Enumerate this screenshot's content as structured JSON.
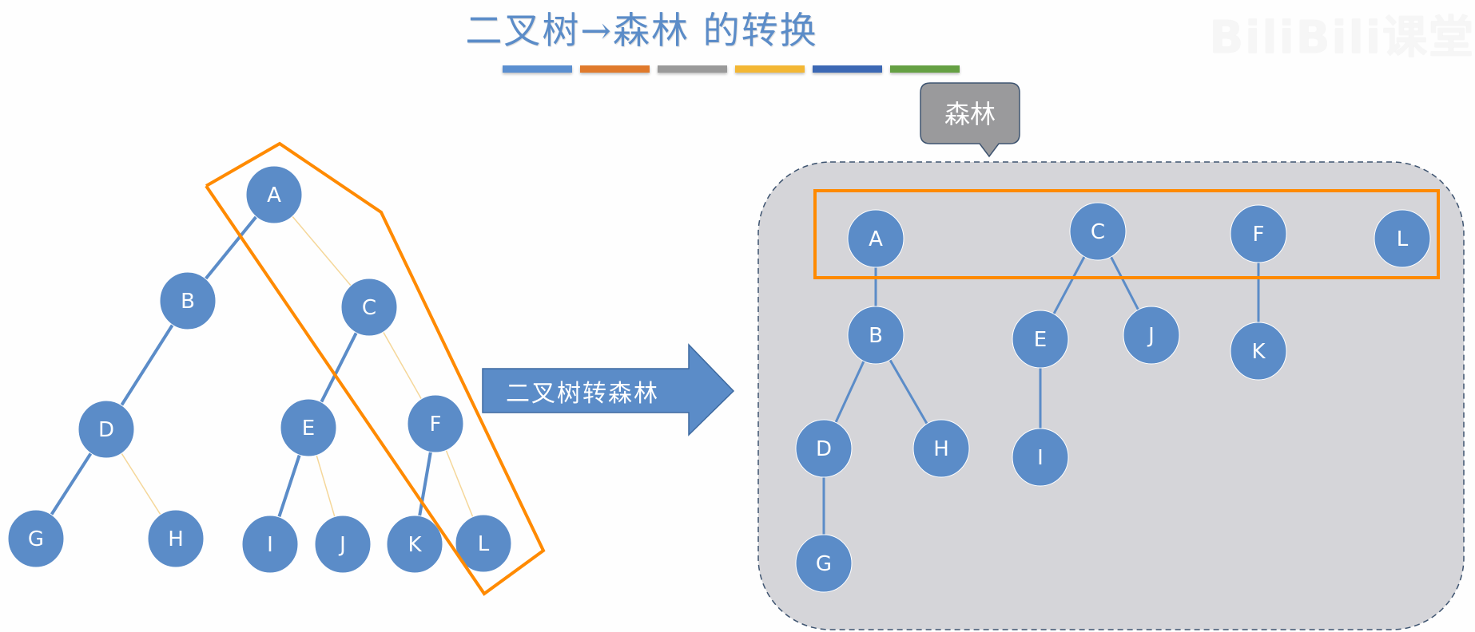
{
  "title": "二叉树→森林 的转换",
  "watermark": "BiliBili课堂",
  "color_bars": [
    "#5b8fd0",
    "#e07a2c",
    "#9a9a9a",
    "#f3b734",
    "#3c68b4",
    "#65a043"
  ],
  "colors": {
    "node_fill": "#5b8cc8",
    "edge": "#5b8cc8",
    "right_link": "#f5d79a",
    "highlight": "#ff8a00",
    "forest_bg": "#d5d5d9",
    "callout_bg": "#9a9a9c"
  },
  "arrow": {
    "label": "二叉树转森林"
  },
  "callout": {
    "label": "森林"
  },
  "binary_tree": {
    "nodes": [
      "A",
      "B",
      "C",
      "D",
      "E",
      "F",
      "G",
      "H",
      "I",
      "J",
      "K",
      "L"
    ],
    "left_child_edges": [
      [
        "A",
        "B"
      ],
      [
        "B",
        "D"
      ],
      [
        "D",
        "G"
      ],
      [
        "C",
        "E"
      ],
      [
        "E",
        "I"
      ],
      [
        "F",
        "K"
      ]
    ],
    "right_sibling_edges": [
      [
        "A",
        "C"
      ],
      [
        "C",
        "F"
      ],
      [
        "F",
        "L"
      ],
      [
        "D",
        "H"
      ],
      [
        "E",
        "J"
      ]
    ],
    "highlighted_path": [
      "A",
      "C",
      "F",
      "L"
    ]
  },
  "forest": {
    "roots": [
      "A",
      "C",
      "F",
      "L"
    ],
    "nodes": [
      "A",
      "C",
      "F",
      "L",
      "B",
      "E",
      "J",
      "K",
      "D",
      "H",
      "I",
      "G"
    ],
    "edges": [
      [
        "A",
        "B"
      ],
      [
        "B",
        "D"
      ],
      [
        "B",
        "H"
      ],
      [
        "D",
        "G"
      ],
      [
        "C",
        "E"
      ],
      [
        "C",
        "J"
      ],
      [
        "E",
        "I"
      ],
      [
        "F",
        "K"
      ]
    ]
  }
}
